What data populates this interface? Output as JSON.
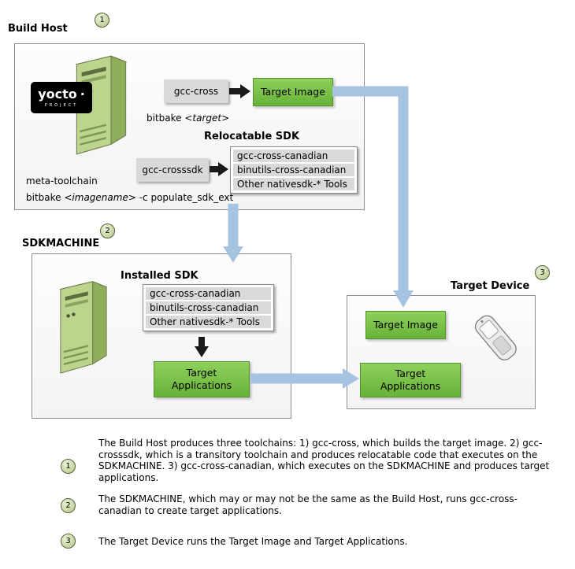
{
  "colors": {
    "green": "#79c043",
    "gray": "#d9d9d9",
    "blue_arrow": "#a6c3e1"
  },
  "logo": {
    "name": "yocto",
    "dot": "·",
    "project": "PROJECT"
  },
  "build_host": {
    "badge": "1",
    "title": "Build Host",
    "gcc_cross_label": "gcc-cross",
    "target_image_label": "Target Image",
    "bitbake_target_prefix": "bitbake ",
    "bitbake_target_arg": "<target>",
    "relocatable_sdk_title": "Relocatable SDK",
    "gcc_crosssdk_label": "gcc-crosssdk",
    "toolchain_items": [
      "gcc-cross-canadian",
      "binutils-cross-canadian",
      "Other nativesdk-* Tools"
    ],
    "meta_toolchain_label": "meta-toolchain",
    "bitbake_sdk_prefix": "bitbake ",
    "bitbake_sdk_arg": "<imagename>",
    "bitbake_sdk_suffix": " -c populate_sdk_ext"
  },
  "sdkmachine": {
    "badge": "2",
    "title": "SDKMACHINE",
    "installed_sdk_title": "Installed SDK",
    "toolchain_items": [
      "gcc-cross-canadian",
      "binutils-cross-canadian",
      "Other nativesdk-* Tools"
    ],
    "target_applications_label": "Target Applications"
  },
  "target_device": {
    "badge": "3",
    "title": "Target Device",
    "target_image_label": "Target Image",
    "target_applications_label": "Target Applications"
  },
  "notes": [
    {
      "badge": "1",
      "text": "The Build Host produces three toolchains: 1)  gcc-cross, which builds the target image.  2) gcc-crosssdk, which is a transitory toolchain and produces relocatable code that executes on the SDKMACHINE. 3) gcc-cross-canadian, which executes on the SDKMACHINE and produces target applications."
    },
    {
      "badge": "2",
      "text": "The SDKMACHINE, which may or may not be the same as the Build Host, runs gcc-cross-canadian to create target applications."
    },
    {
      "badge": "3",
      "text": "The Target Device runs the Target Image and Target Applications."
    }
  ]
}
